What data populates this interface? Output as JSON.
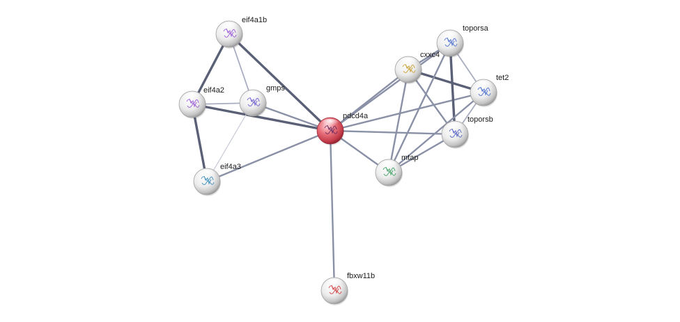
{
  "nodes": [
    {
      "id": "eif4a1b",
      "label": "eif4a1b",
      "query": false,
      "protein_color": "#9b59d6"
    },
    {
      "id": "eif4a2",
      "label": "eif4a2",
      "query": false,
      "protein_color": "#9b59d6"
    },
    {
      "id": "gmps",
      "label": "gmps",
      "query": false,
      "protein_color": "#6a5acd"
    },
    {
      "id": "eif4a3",
      "label": "eif4a3",
      "query": false,
      "protein_color": "#3c8dbc"
    },
    {
      "id": "pdcd4a",
      "label": "pdcd4a",
      "query": true,
      "protein_color": "#6b2a5e"
    },
    {
      "id": "cxxc4",
      "label": "cxxc4",
      "query": false,
      "protein_color": "#c8a030"
    },
    {
      "id": "toporsa",
      "label": "toporsa",
      "query": false,
      "protein_color": "#4a6fd0"
    },
    {
      "id": "tet2",
      "label": "tet2",
      "query": false,
      "protein_color": "#4a6fd0"
    },
    {
      "id": "toporsb",
      "label": "toporsb",
      "query": false,
      "protein_color": "#5060c0"
    },
    {
      "id": "mtap",
      "label": "mtap",
      "query": false,
      "protein_color": "#40a060"
    },
    {
      "id": "fbxw11b",
      "label": "fbxw11b",
      "query": false,
      "protein_color": "#d04040"
    }
  ],
  "edges": [
    {
      "source": "eif4a1b",
      "target": "eif4a2",
      "strength": "strong"
    },
    {
      "source": "eif4a1b",
      "target": "gmps",
      "strength": "weak"
    },
    {
      "source": "eif4a1b",
      "target": "pdcd4a",
      "strength": "strong"
    },
    {
      "source": "eif4a2",
      "target": "gmps",
      "strength": "weak"
    },
    {
      "source": "eif4a2",
      "target": "eif4a3",
      "strength": "strong"
    },
    {
      "source": "eif4a2",
      "target": "pdcd4a",
      "strength": "strong"
    },
    {
      "source": "gmps",
      "target": "eif4a3",
      "strength": "faint"
    },
    {
      "source": "gmps",
      "target": "pdcd4a",
      "strength": "medium"
    },
    {
      "source": "eif4a3",
      "target": "pdcd4a",
      "strength": "medium"
    },
    {
      "source": "pdcd4a",
      "target": "cxxc4",
      "strength": "medium"
    },
    {
      "source": "pdcd4a",
      "target": "toporsa",
      "strength": "medium"
    },
    {
      "source": "pdcd4a",
      "target": "tet2",
      "strength": "medium"
    },
    {
      "source": "pdcd4a",
      "target": "toporsb",
      "strength": "medium"
    },
    {
      "source": "pdcd4a",
      "target": "mtap",
      "strength": "medium"
    },
    {
      "source": "pdcd4a",
      "target": "fbxw11b",
      "strength": "medium"
    },
    {
      "source": "cxxc4",
      "target": "toporsa",
      "strength": "medium"
    },
    {
      "source": "cxxc4",
      "target": "tet2",
      "strength": "strong"
    },
    {
      "source": "cxxc4",
      "target": "toporsb",
      "strength": "medium"
    },
    {
      "source": "cxxc4",
      "target": "mtap",
      "strength": "medium"
    },
    {
      "source": "toporsa",
      "target": "tet2",
      "strength": "weak"
    },
    {
      "source": "toporsa",
      "target": "toporsb",
      "strength": "strong"
    },
    {
      "source": "toporsa",
      "target": "mtap",
      "strength": "medium"
    },
    {
      "source": "tet2",
      "target": "toporsb",
      "strength": "weak"
    },
    {
      "source": "tet2",
      "target": "mtap",
      "strength": "medium"
    },
    {
      "source": "toporsb",
      "target": "mtap",
      "strength": "medium"
    }
  ],
  "colors": {
    "edge_strong": "#5a6075",
    "edge_medium": "#8a90a6",
    "edge_weak": "#a8adbf",
    "edge_faint": "#c6c9d6",
    "node_default": "#e6e6e6",
    "node_query": "#d9505c"
  }
}
